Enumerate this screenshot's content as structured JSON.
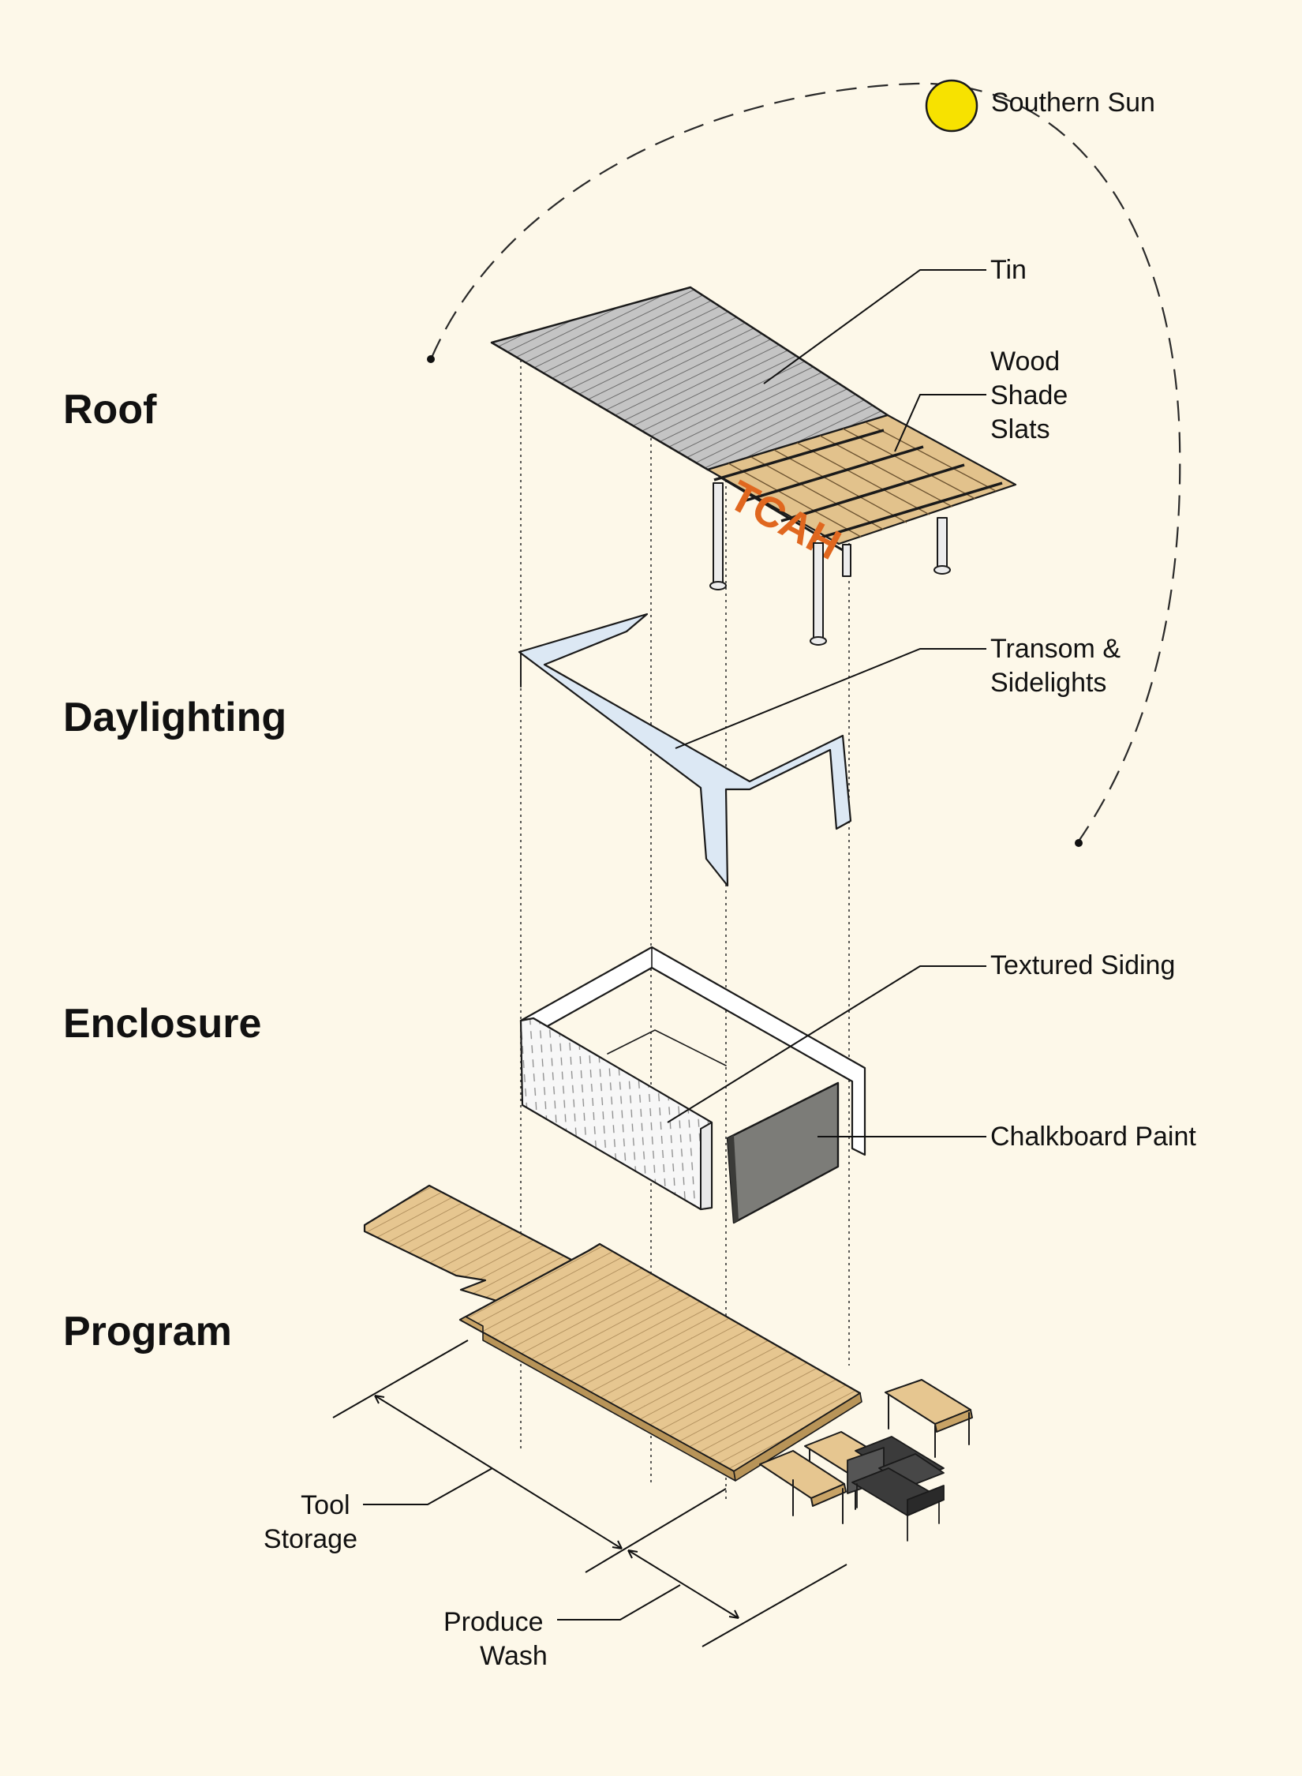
{
  "layers": {
    "roof": "Roof",
    "daylighting": "Daylighting",
    "enclosure": "Enclosure",
    "program": "Program"
  },
  "callouts": {
    "sun": "Southern Sun",
    "tin": "Tin",
    "slats": [
      "Wood",
      "Shade",
      "Slats"
    ],
    "transom": [
      "Transom &",
      "Sidelights"
    ],
    "siding": "Textured Siding",
    "chalkboard": "Chalkboard Paint",
    "tool_storage": [
      "Tool",
      "Storage"
    ],
    "produce_wash": [
      "Produce",
      "Wash"
    ]
  },
  "sign_text": "TCAH",
  "colors": {
    "background": "#fdf8e9",
    "sun": "#f7e200",
    "tin": "#b9b9b9",
    "wood": "#e6c690",
    "glass": "#dce8f4",
    "chalkboard": "#7c7c78",
    "sign": "#e0671f",
    "wash_bins": "#3b3b3b"
  }
}
